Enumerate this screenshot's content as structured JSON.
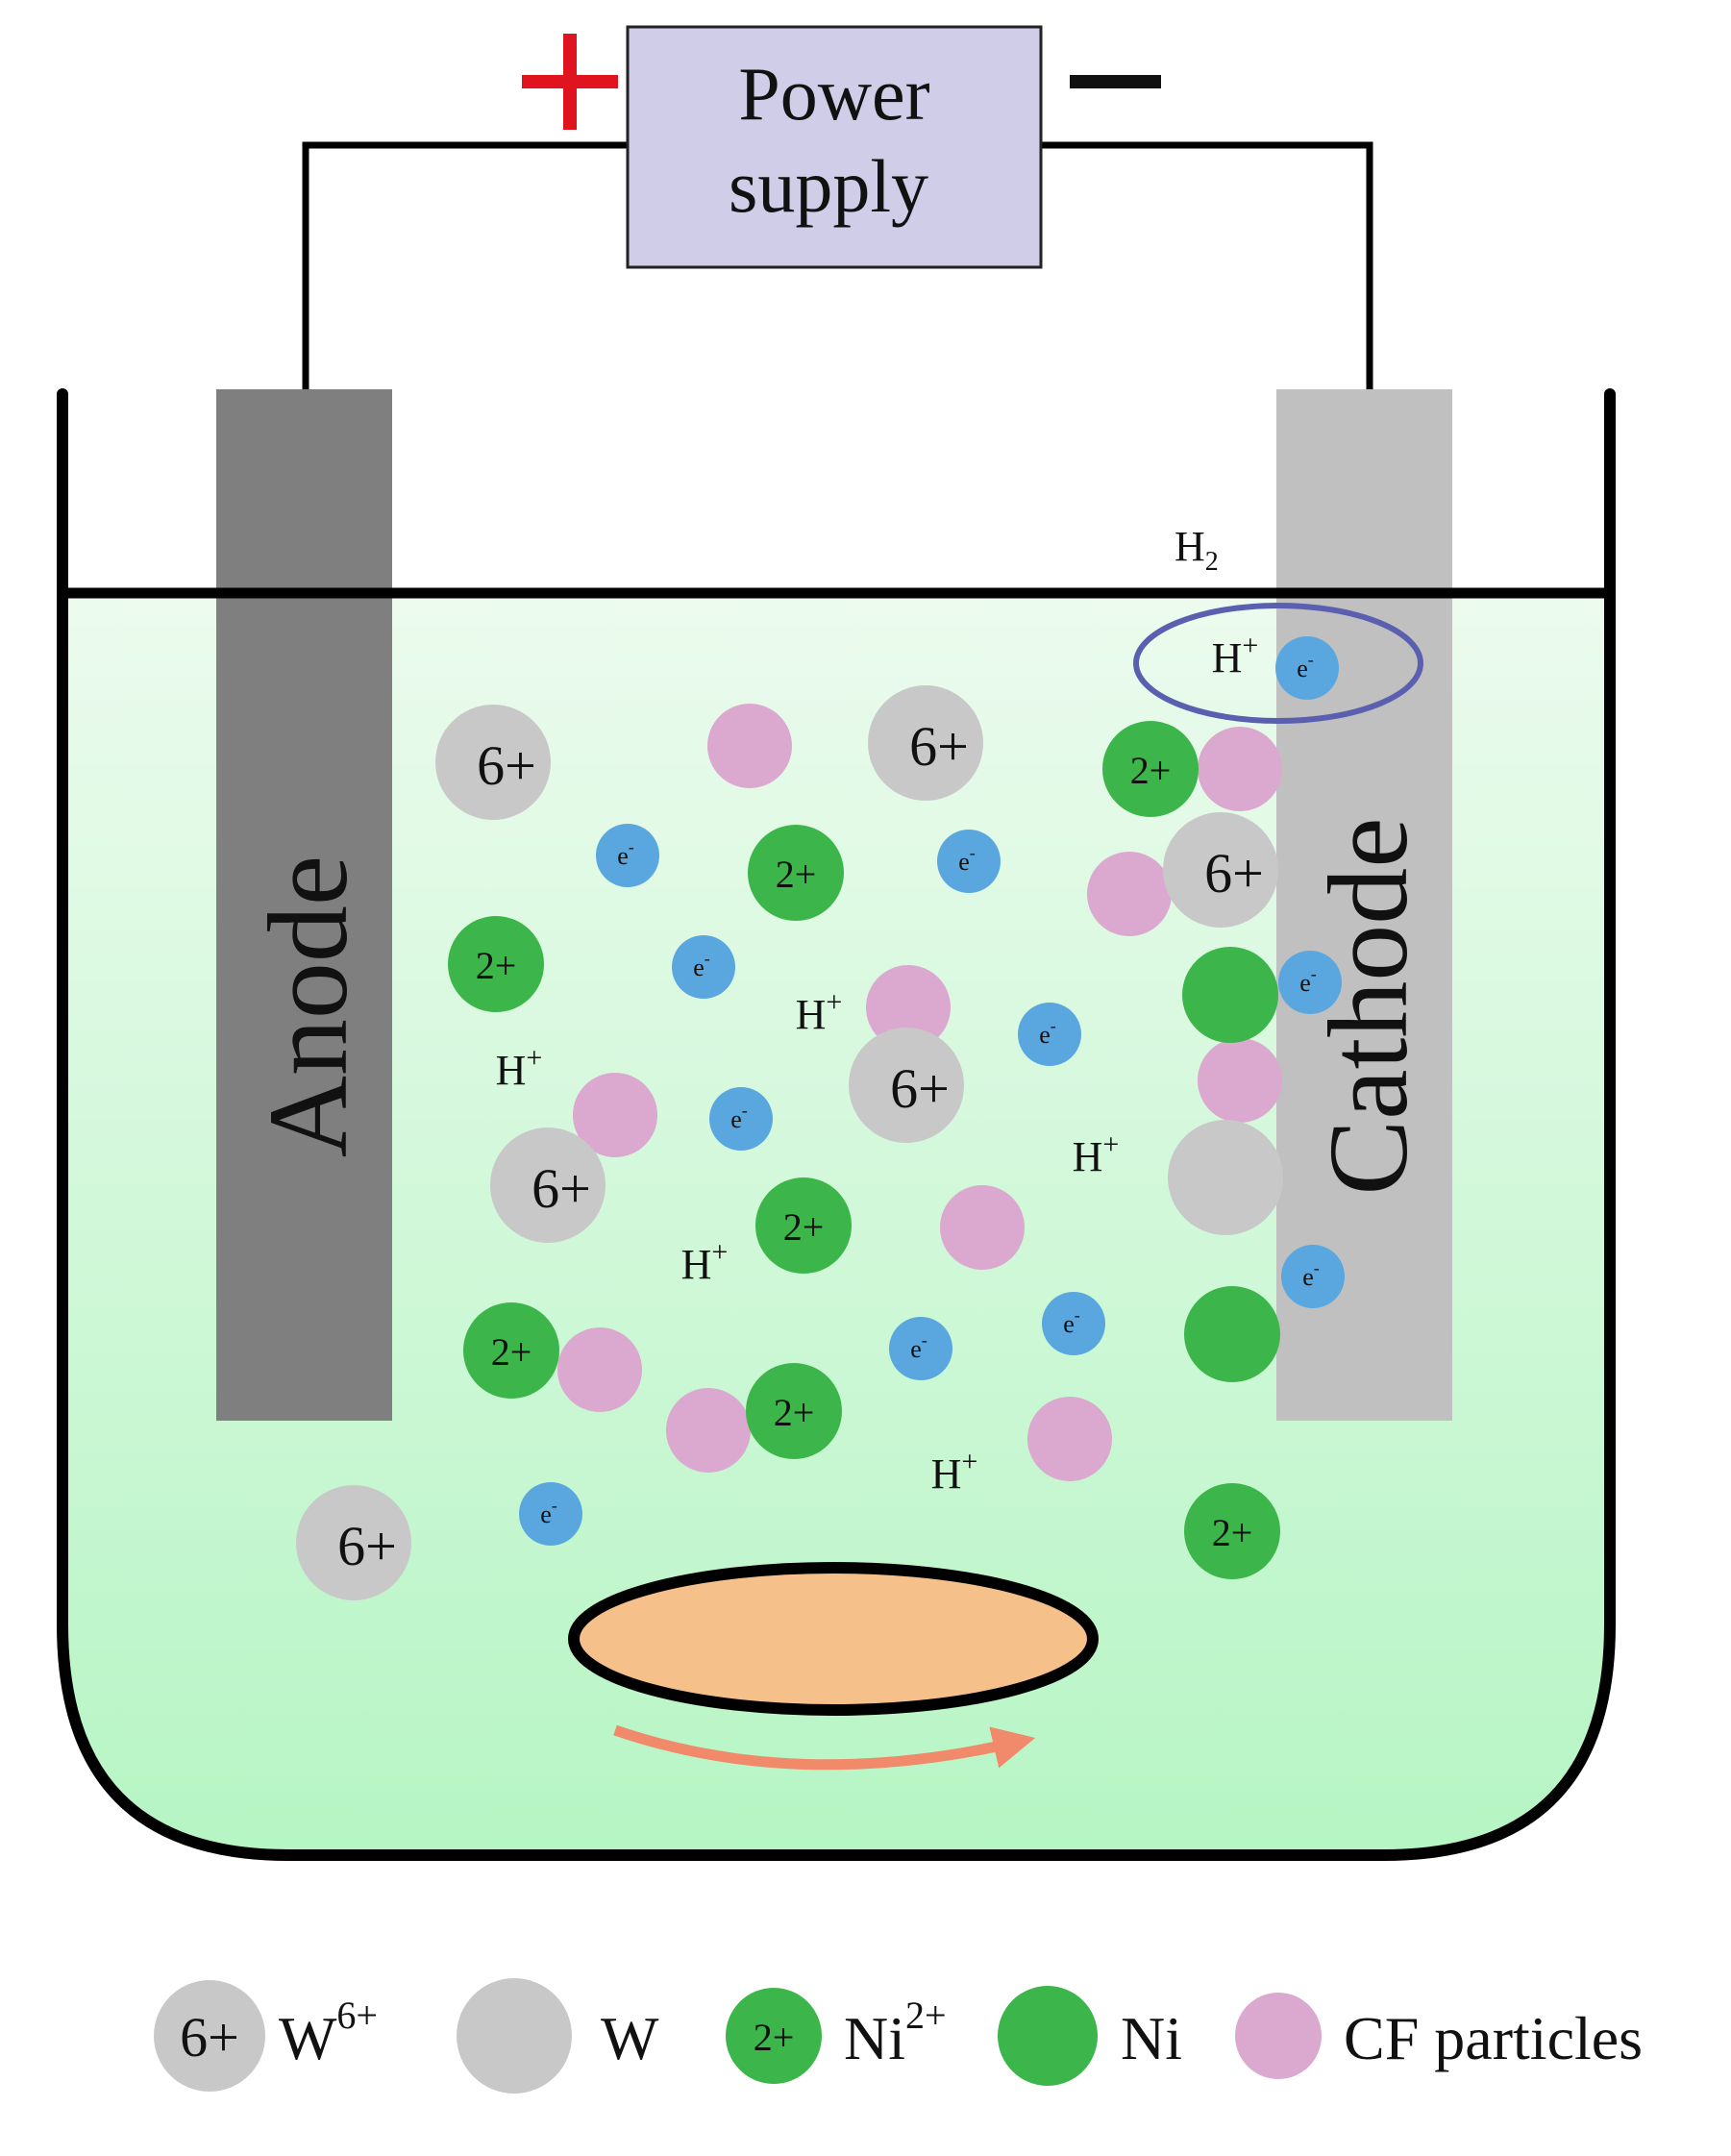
{
  "power_supply": {
    "line1": "Power",
    "line2": "supply",
    "positive": "+",
    "negative": "−"
  },
  "electrodes": {
    "anode": "Anode",
    "cathode": "Cathode"
  },
  "gas": {
    "h2_main": "H",
    "h2_sub": "2"
  },
  "ion_labels": {
    "w6": "6+",
    "ni2": "2+",
    "electron": "e",
    "electron_sup": "-",
    "proton": "H",
    "proton_sup": "+"
  },
  "legend": {
    "w6_symbol": "6+",
    "w6_text": "W",
    "w6_sup": "6+",
    "w_text": "W",
    "ni2_symbol": "2+",
    "ni2_text": "Ni",
    "ni2_sup": "2+",
    "ni_text": "Ni",
    "cf_text": "CF particles"
  },
  "colors": {
    "w_particle": "#c8c8c8",
    "ni_particle": "#3cb54a",
    "cf_particle": "#dba8d0",
    "electron": "#5aa7e0",
    "anode": "#7f7f7f",
    "cathode": "#c0c0c0",
    "power_box": "#cfcde8",
    "plus_sign": "#e0141e",
    "stir_bar": "#f6c08a",
    "stir_arrow": "#f08a6a",
    "bath_top": "#ecfbee",
    "bath_bottom": "#b6f5c4",
    "highlight_ellipse": "#5b5fb0"
  }
}
